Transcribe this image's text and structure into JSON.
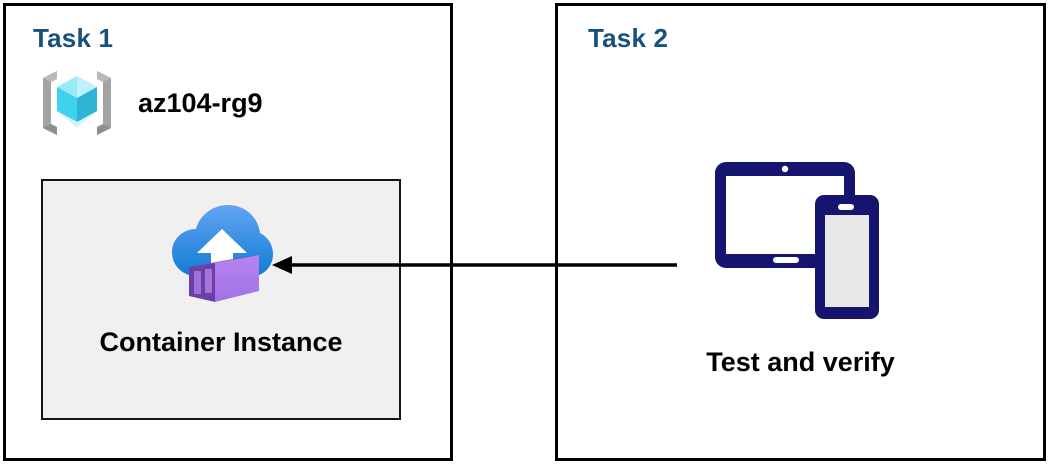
{
  "diagram": {
    "title_color": "#17527E",
    "panel_border_color": "#000000",
    "connector_color": "#000000",
    "panels": [
      {
        "id": "task1",
        "title": "Task 1",
        "resource_group": {
          "icon": "azure-resource-group-icon",
          "name": "az104-rg9"
        },
        "resource": {
          "icon": "azure-container-instance-icon",
          "label": "Container Instance",
          "box_fill": "#F0F0F0"
        }
      },
      {
        "id": "task2",
        "title": "Task 2",
        "resource": {
          "icon": "devices-tablet-phone-icon",
          "label": "Test and verify",
          "icon_color": "#151570"
        }
      }
    ],
    "connector": {
      "name": "arrow-task2-to-container-instance",
      "direction": "left",
      "arrowhead": "solid-triangle"
    }
  }
}
